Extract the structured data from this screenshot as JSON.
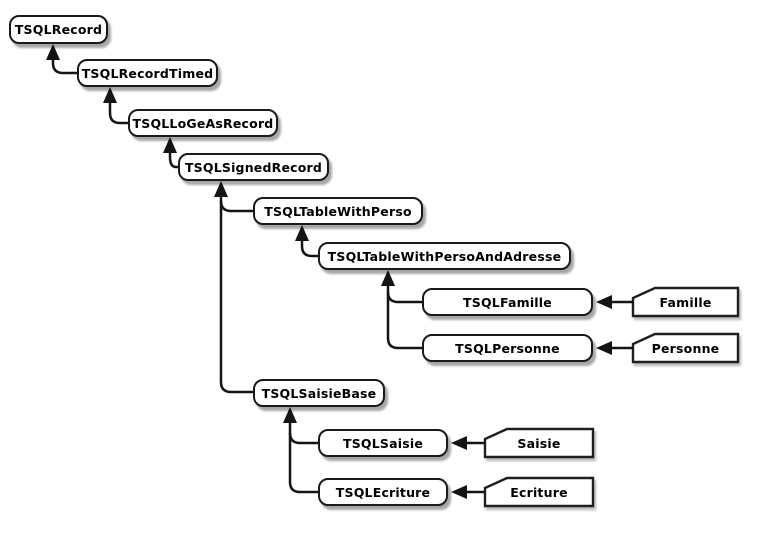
{
  "diagram": {
    "type": "class-inheritance-diagram",
    "nodes": {
      "record": {
        "label": "TSQLRecord"
      },
      "record_timed": {
        "label": "TSQLRecordTimed"
      },
      "loge_as_record": {
        "label": "TSQLLoGeAsRecord"
      },
      "signed_record": {
        "label": "TSQLSignedRecord"
      },
      "table_with_perso": {
        "label": "TSQLTableWithPerso"
      },
      "table_with_perso_and_adresse": {
        "label": "TSQLTableWithPersoAndAdresse"
      },
      "famille": {
        "label": "TSQLFamille"
      },
      "personne": {
        "label": "TSQLPersonne"
      },
      "saisie_base": {
        "label": "TSQLSaisieBase"
      },
      "saisie": {
        "label": "TSQLSaisie"
      },
      "ecriture": {
        "label": "TSQLEcriture"
      }
    },
    "cards": {
      "famille": {
        "label": "Famille"
      },
      "personne": {
        "label": "Personne"
      },
      "saisie": {
        "label": "Saisie"
      },
      "ecriture": {
        "label": "Ecriture"
      }
    },
    "edges": [
      {
        "from": "TSQLRecordTimed",
        "to": "TSQLRecord",
        "kind": "inherits"
      },
      {
        "from": "TSQLLoGeAsRecord",
        "to": "TSQLRecordTimed",
        "kind": "inherits"
      },
      {
        "from": "TSQLSignedRecord",
        "to": "TSQLLoGeAsRecord",
        "kind": "inherits"
      },
      {
        "from": "TSQLTableWithPerso",
        "to": "TSQLSignedRecord",
        "kind": "inherits"
      },
      {
        "from": "TSQLSaisieBase",
        "to": "TSQLSignedRecord",
        "kind": "inherits"
      },
      {
        "from": "TSQLTableWithPersoAndAdresse",
        "to": "TSQLTableWithPerso",
        "kind": "inherits"
      },
      {
        "from": "TSQLFamille",
        "to": "TSQLTableWithPersoAndAdresse",
        "kind": "inherits"
      },
      {
        "from": "TSQLPersonne",
        "to": "TSQLTableWithPersoAndAdresse",
        "kind": "inherits"
      },
      {
        "from": "TSQLSaisie",
        "to": "TSQLSaisieBase",
        "kind": "inherits"
      },
      {
        "from": "TSQLEcriture",
        "to": "TSQLSaisieBase",
        "kind": "inherits"
      },
      {
        "from": "Famille",
        "to": "TSQLFamille",
        "kind": "points-to"
      },
      {
        "from": "Personne",
        "to": "TSQLPersonne",
        "kind": "points-to"
      },
      {
        "from": "Saisie",
        "to": "TSQLSaisie",
        "kind": "points-to"
      },
      {
        "from": "Ecriture",
        "to": "TSQLEcriture",
        "kind": "points-to"
      }
    ],
    "colors": {
      "background": "#ffffff",
      "line": "#141414",
      "node_fill": "#ffffff",
      "node_border": "#1a1a1a",
      "shadow": "#a0a0a0",
      "text": "#000000"
    }
  }
}
